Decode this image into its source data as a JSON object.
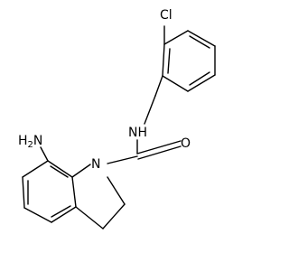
{
  "structure": {
    "atoms": {
      "chlorine": "Cl",
      "amide_nh": "NH",
      "carbonyl_o": "O",
      "ring_n": "N",
      "amine_h2n": "H",
      "amine_sub": "2",
      "amine_n": "N"
    }
  }
}
